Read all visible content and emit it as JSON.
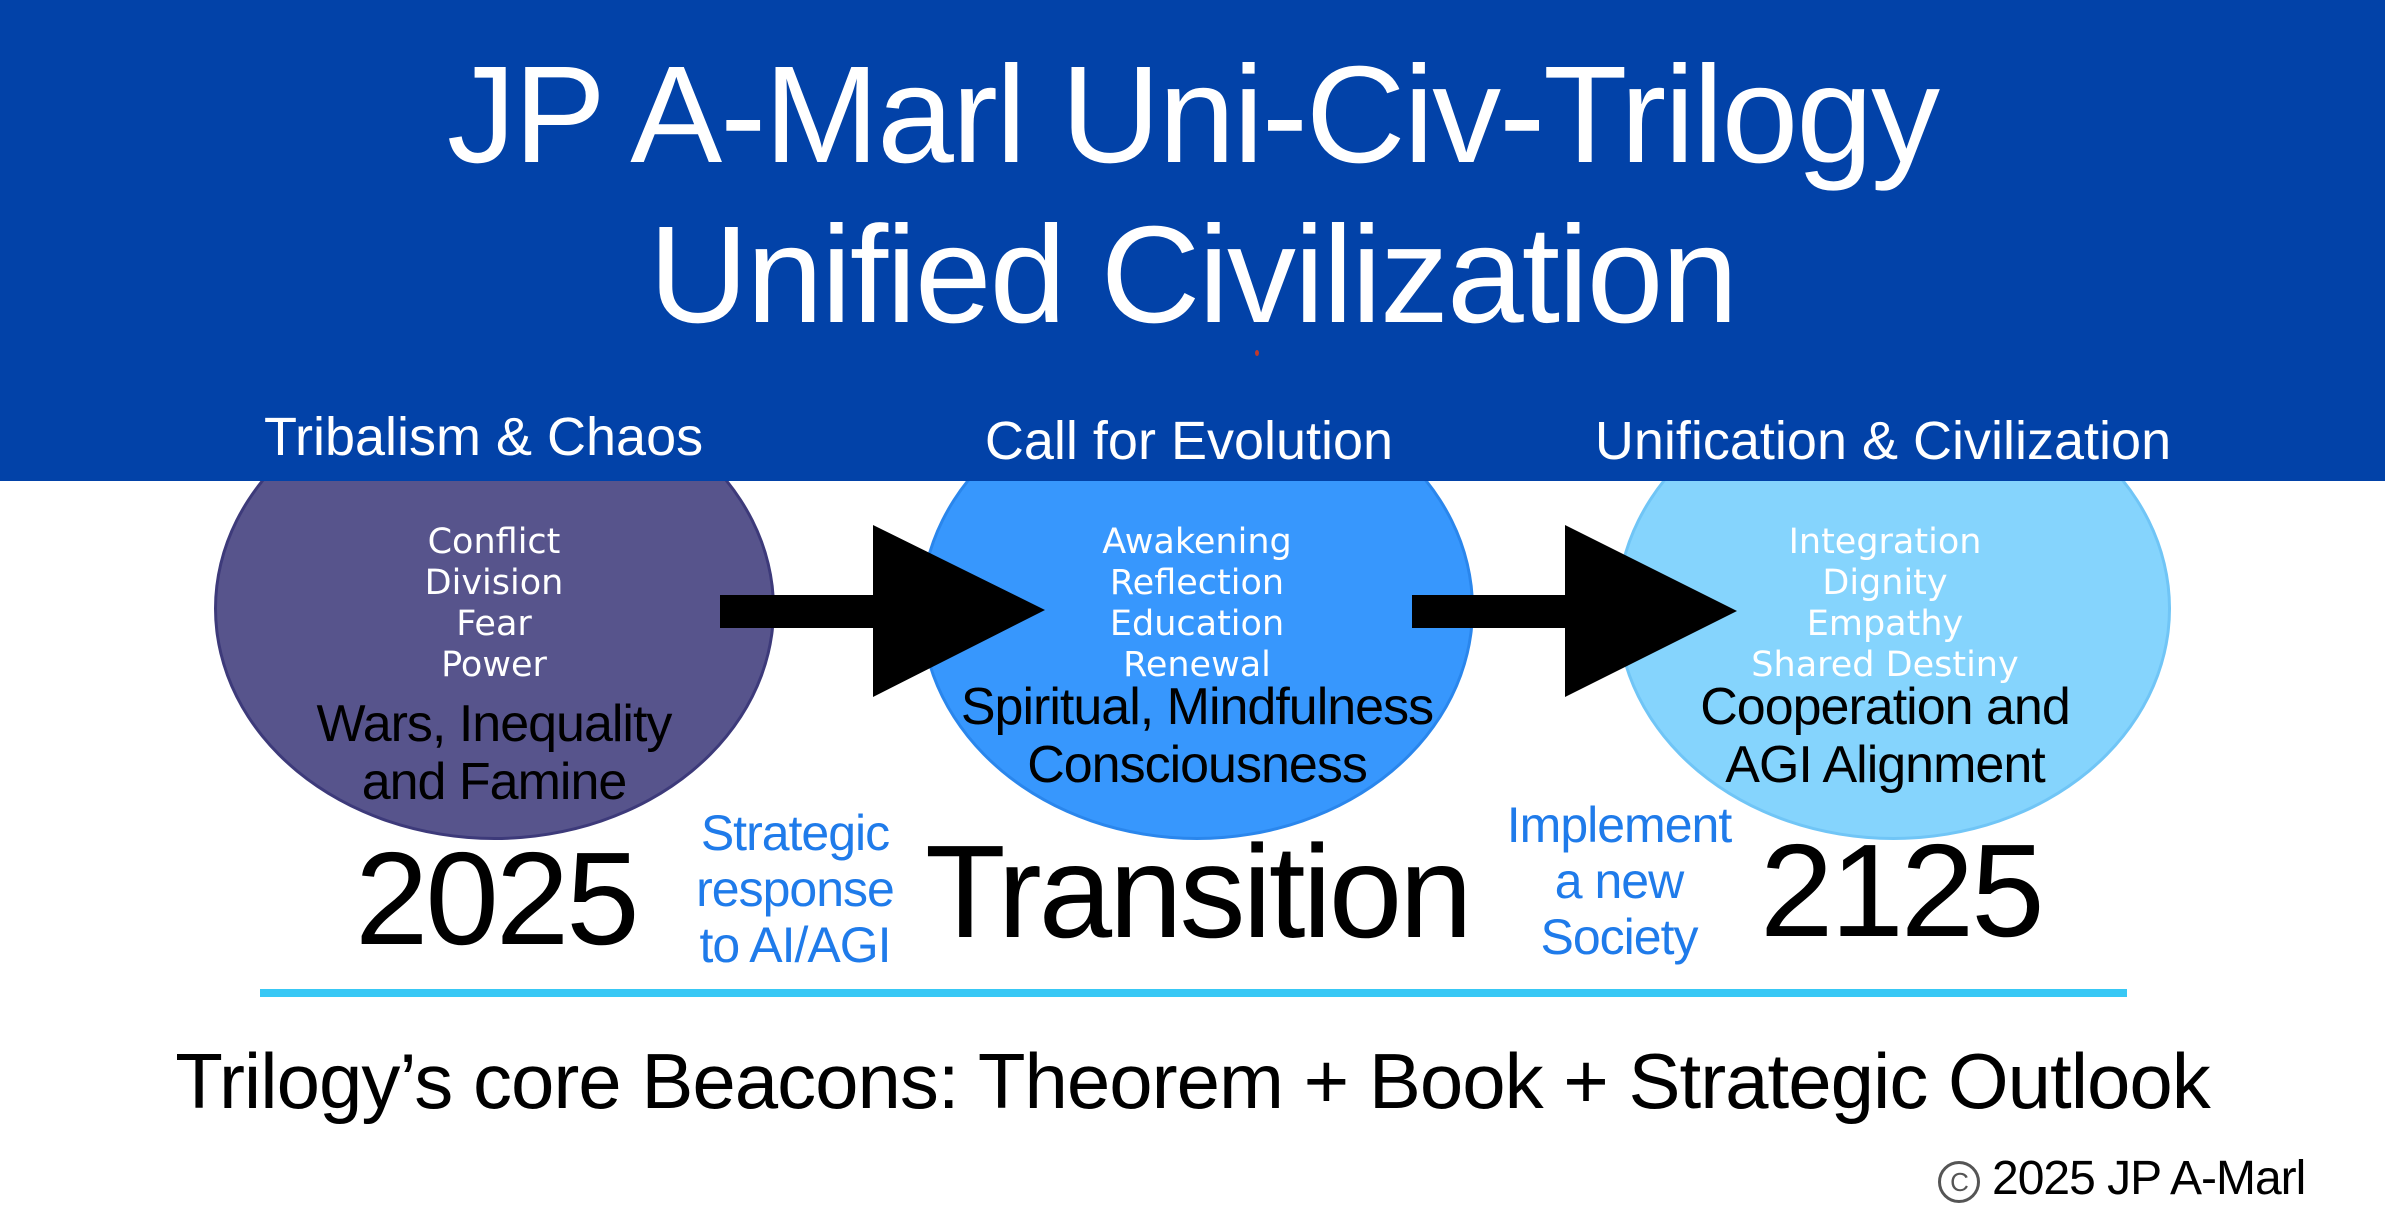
{
  "colors": {
    "band": "#0242A8",
    "stage1_fill": "#57548C",
    "stage1_border": "#3D3A7A",
    "stage2_fill": "#3797FD",
    "stage2_border": "#2A86EC",
    "stage3_fill": "#85D4FD",
    "stage3_border": "#70C5F6",
    "note": "#1F7BEA",
    "rule": "#38C8F5",
    "arrow": "#000000",
    "red_dot": "#C0392B"
  },
  "header": {
    "title_line1": "JP A-Marl Uni-Civ-Trilogy",
    "title_line2": "Unified Civilization"
  },
  "stages": [
    {
      "label": "Tribalism & Chaos",
      "words": [
        "Conflict",
        "Division",
        "Fear",
        "Power"
      ],
      "summary_line1": "Wars, Inequality",
      "summary_line2": "and Famine"
    },
    {
      "label": "Call for Evolution",
      "words": [
        "Awakening",
        "Reflection",
        "Education",
        "Renewal"
      ],
      "summary_line1": "Spiritual, Mindfulness",
      "summary_line2": "Consciousness"
    },
    {
      "label": "Unification & Civilization",
      "words": [
        "Integration",
        "Dignity",
        "Empathy",
        "Shared Destiny"
      ],
      "summary_line1": "Cooperation and",
      "summary_line2": "AGI Alignment"
    }
  ],
  "timeline": {
    "start_year": "2025",
    "start_note": [
      "Strategic",
      "response",
      "to AI/AGI"
    ],
    "middle": "Transition",
    "end_note": [
      "Implement",
      "a new",
      "Society"
    ],
    "end_year": "2125"
  },
  "footer": {
    "tagline": "Trilogy’s core Beacons: Theorem + Book + Strategic Outlook",
    "copyright_symbol": "C",
    "copyright_text": "2025 JP A-Marl"
  }
}
